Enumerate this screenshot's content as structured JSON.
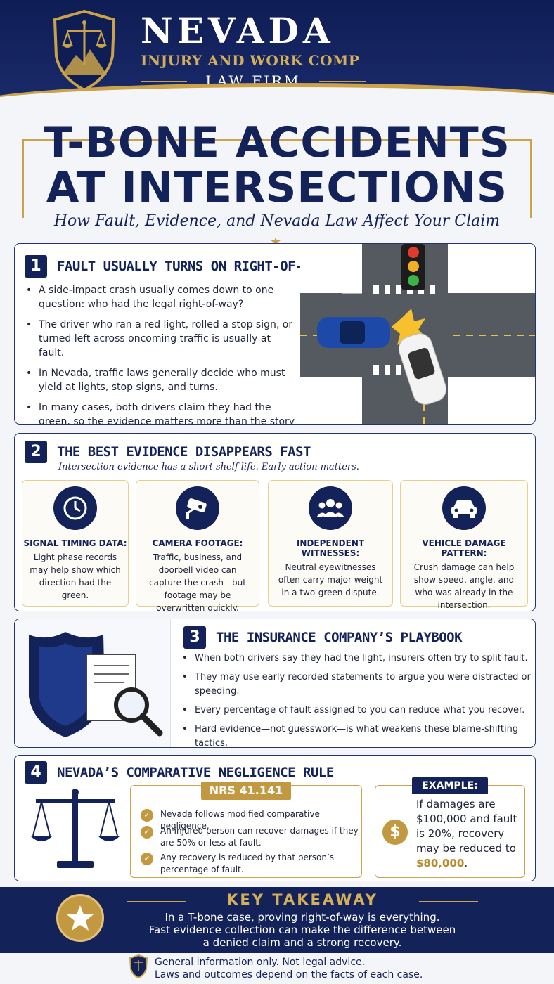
{
  "brand": {
    "name": "NEVADA",
    "line2": "INJURY AND WORK COMP",
    "line3": "LAW FIRM"
  },
  "title": {
    "line1": "T-BONE ACCIDENTS",
    "line2": "AT INTERSECTIONS",
    "subtitle": "How Fault, Evidence, and Nevada Law Affect Your Claim"
  },
  "section1": {
    "number": "1",
    "heading": "FAULT USUALLY TURNS ON RIGHT-OF-WAY",
    "bullets": [
      "A side-impact crash usually comes down to one question: who had the legal right-of-way?",
      "The driver who ran a red light, rolled a stop sign, or turned left across oncoming traffic is usually at fault.",
      "In Nevada, traffic laws generally decide who must yield at lights, stop signs, and turns.",
      "In many cases, both drivers claim they had the green, so the evidence matters more than the story alone."
    ]
  },
  "section2": {
    "number": "2",
    "heading": "THE BEST EVIDENCE DISAPPEARS FAST",
    "intro": "Intersection evidence has a short shelf life. Early action matters.",
    "items": [
      {
        "icon": "clock-icon",
        "title": "SIGNAL TIMING DATA:",
        "desc": "Light phase records may help show which direction had the green."
      },
      {
        "icon": "camera-icon",
        "title": "CAMERA FOOTAGE:",
        "desc": "Traffic, business, and doorbell video can capture the crash—but footage may be overwritten quickly."
      },
      {
        "icon": "people-icon",
        "title": "INDEPENDENT WITNESSES:",
        "desc": "Neutral eyewitnesses often carry major weight in a two-green dispute."
      },
      {
        "icon": "car-icon",
        "title": "VEHICLE DAMAGE PATTERN:",
        "desc": "Crush damage can help show speed, angle, and who was already in the intersection."
      }
    ]
  },
  "section3": {
    "number": "3",
    "heading": "THE INSURANCE COMPANY’S PLAYBOOK",
    "bullets": [
      "When both drivers say they had the light, insurers often try to split fault.",
      "They may use early recorded statements to argue you were distracted or speeding.",
      "Every percentage of fault assigned to you can reduce what you recover.",
      "Hard evidence—not guesswork—is what weakens these blame-shifting tactics."
    ]
  },
  "section4": {
    "number": "4",
    "heading": "NEVADA’S COMPARATIVE NEGLIGENCE RULE",
    "statute": "NRS 41.141",
    "checks": [
      "Nevada follows modified comparative negligence.",
      "An injured person can recover damages if they are 50% or less at fault.",
      "Any recovery is reduced by that person’s percentage of fault."
    ],
    "example_label": "EXAMPLE:",
    "example_text": "If damages are $100,000 and fault is 20%, recovery may be reduced to",
    "example_amount": "$80,000",
    "example_end": "."
  },
  "takeaway": {
    "label": "KEY TAKEAWAY",
    "line1": "In a T-bone case, proving right-of-way is everything.",
    "line2": "Fast evidence collection can make the difference between",
    "line3": "a denied claim and a strong recovery."
  },
  "footer": {
    "line1": "General information only. Not legal advice.",
    "line2": "Laws and outcomes depend on the facts of each case."
  },
  "colors": {
    "navy": "#14225a",
    "gold": "#c9a24a"
  }
}
